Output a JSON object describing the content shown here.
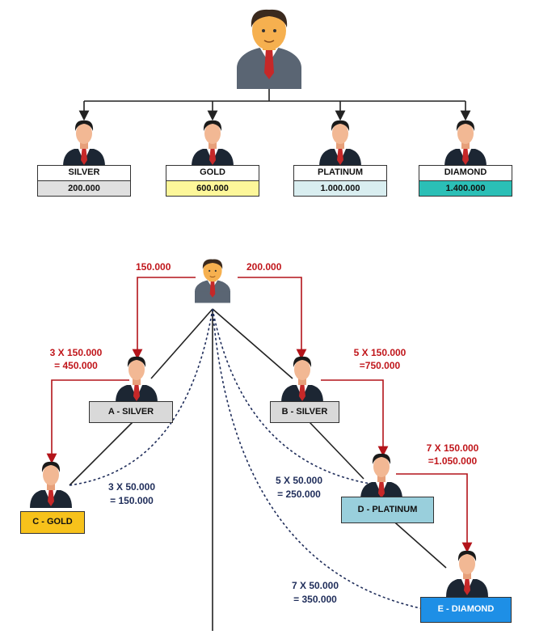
{
  "colors": {
    "silver": "#e0e0e0",
    "gold": "#fdf79a",
    "platinum": "#d9eef0",
    "diamond": "#2bbfb6",
    "node_silver": "#d9d9d9",
    "node_gold": "#f7c21b",
    "node_platinum": "#99cfdc",
    "node_diamond": "#1e8fe6",
    "red": "#c0161b",
    "navy": "#1f2d5a"
  },
  "icons": {
    "top_manager": "manager-avatar-icon",
    "member": "businessman-icon"
  },
  "tiers": [
    {
      "label": "SILVER",
      "value": "200.000"
    },
    {
      "label": "GOLD",
      "value": "600.000"
    },
    {
      "label": "PLATINUM",
      "value": "1.000.000"
    },
    {
      "label": "DIAMOND",
      "value": "1.400.000"
    }
  ],
  "network": {
    "direct_left": "150.000",
    "direct_right": "200.000",
    "nodes": {
      "a": "A - SILVER",
      "b": "B - SILVER",
      "c": "C - GOLD",
      "d": "D - PLATINUM",
      "e": "E - DIAMOND"
    },
    "a_bonus": {
      "line1": "3 X 150.000",
      "line2": "= 450.000"
    },
    "b_bonus": {
      "line1": "5 X 150.000",
      "line2": "=750.000"
    },
    "d_bonus": {
      "line1": "7 X 150.000",
      "line2": "=1.050.000"
    },
    "c_override": {
      "line1": "3 X 50.000",
      "line2": "= 150.000"
    },
    "d_override": {
      "line1": "5 X 50.000",
      "line2": "= 250.000"
    },
    "e_override": {
      "line1": "7 X 50.000",
      "line2": "= 350.000"
    }
  }
}
